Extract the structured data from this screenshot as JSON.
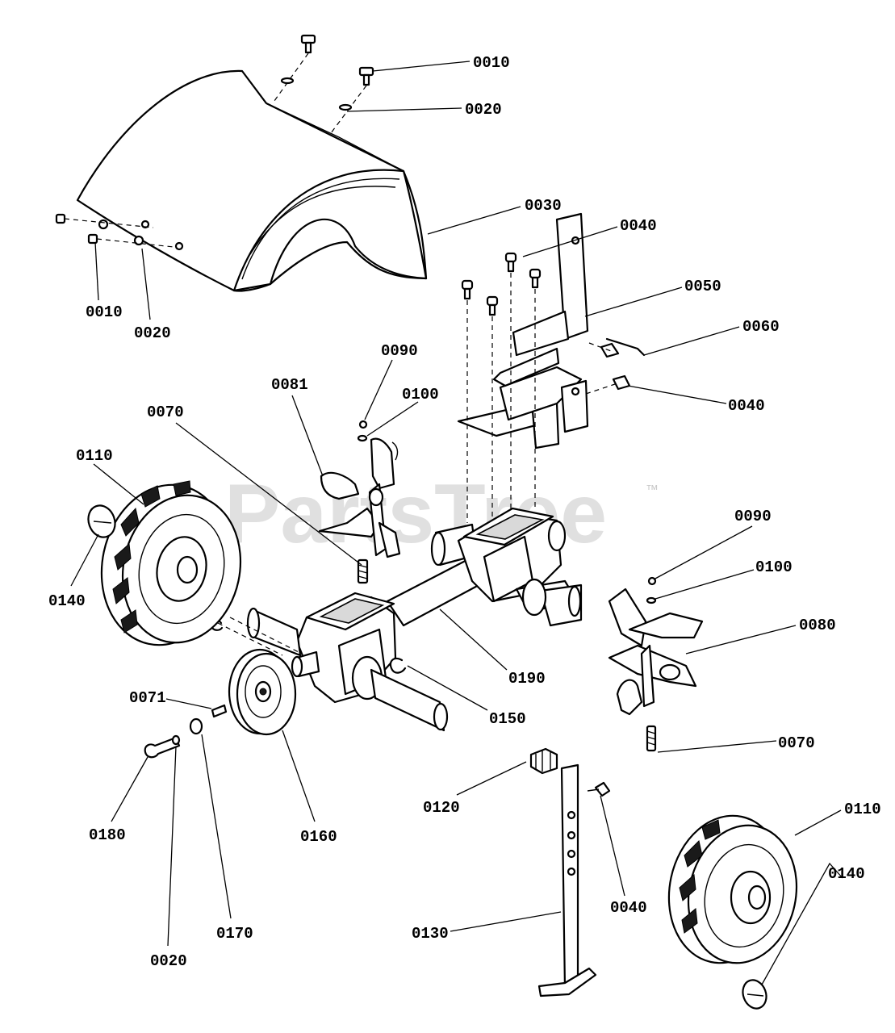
{
  "watermark": {
    "text": "PartsTree",
    "trademark": "™"
  },
  "callouts": [
    {
      "id": "c-0010-top",
      "label": "0010"
    },
    {
      "id": "c-0020-top",
      "label": "0020"
    },
    {
      "id": "c-0030",
      "label": "0030"
    },
    {
      "id": "c-0040-top",
      "label": "0040"
    },
    {
      "id": "c-0050",
      "label": "0050"
    },
    {
      "id": "c-0060",
      "label": "0060"
    },
    {
      "id": "c-0040-right",
      "label": "0040"
    },
    {
      "id": "c-0010-left",
      "label": "0010"
    },
    {
      "id": "c-0020-left",
      "label": "0020"
    },
    {
      "id": "c-0090-top",
      "label": "0090"
    },
    {
      "id": "c-0100-top",
      "label": "0100"
    },
    {
      "id": "c-0081",
      "label": "0081"
    },
    {
      "id": "c-0070-top",
      "label": "0070"
    },
    {
      "id": "c-0110-left",
      "label": "0110"
    },
    {
      "id": "c-0140-left",
      "label": "0140"
    },
    {
      "id": "c-0090-right",
      "label": "0090"
    },
    {
      "id": "c-0100-right",
      "label": "0100"
    },
    {
      "id": "c-0080",
      "label": "0080"
    },
    {
      "id": "c-0190",
      "label": "0190"
    },
    {
      "id": "c-0150",
      "label": "0150"
    },
    {
      "id": "c-0071",
      "label": "0071"
    },
    {
      "id": "c-0070-right",
      "label": "0070"
    },
    {
      "id": "c-0180",
      "label": "0180"
    },
    {
      "id": "c-0160",
      "label": "0160"
    },
    {
      "id": "c-0120",
      "label": "0120"
    },
    {
      "id": "c-0040-bottom",
      "label": "0040"
    },
    {
      "id": "c-0110-right",
      "label": "0110"
    },
    {
      "id": "c-0140-right",
      "label": "0140"
    },
    {
      "id": "c-0130",
      "label": "0130"
    },
    {
      "id": "c-0170",
      "label": "0170"
    },
    {
      "id": "c-0020-bottom",
      "label": "0020"
    }
  ]
}
